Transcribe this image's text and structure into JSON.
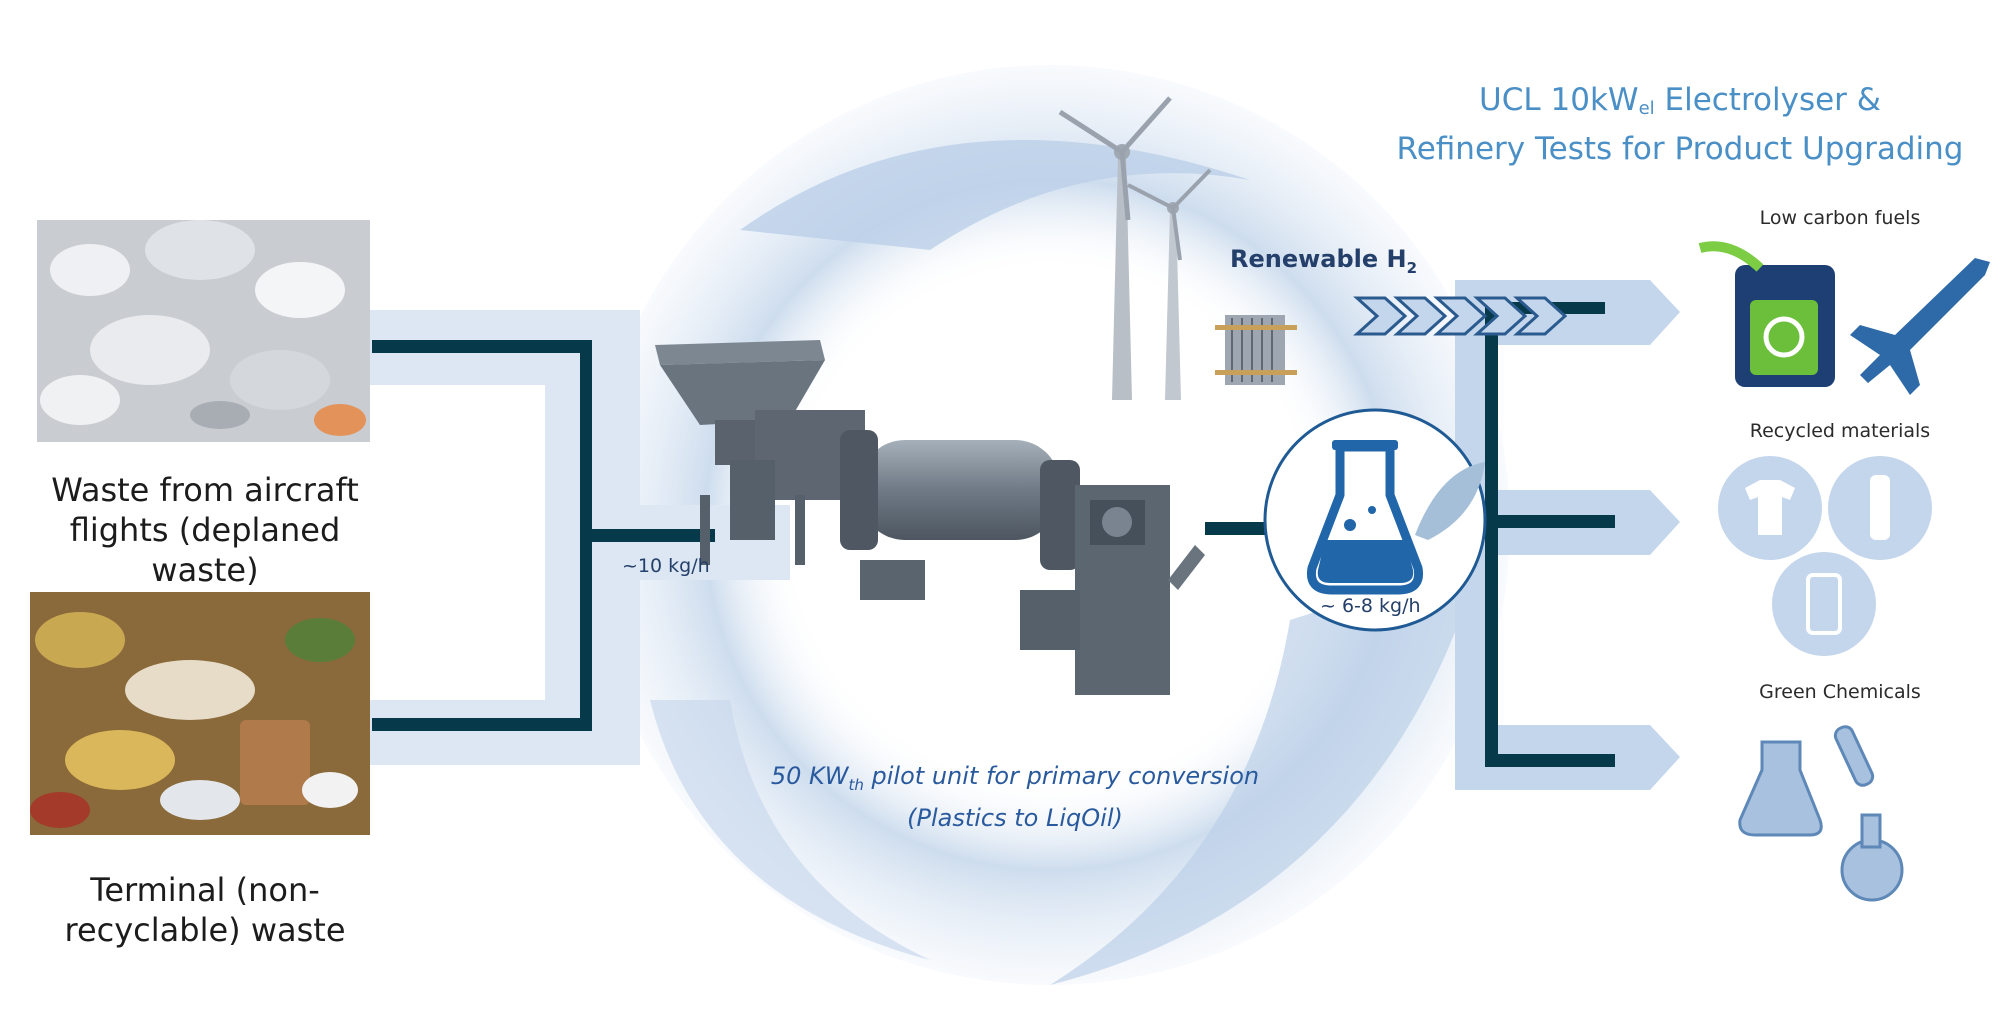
{
  "inputs": {
    "aircraft_waste": [
      "Waste from aircraft",
      "flights (deplaned waste)"
    ],
    "terminal_waste": [
      "Terminal (non-",
      "recyclable) waste"
    ]
  },
  "flows": {
    "input_rate": "~10 kg/h",
    "output_rate": "~ 6-8 kg/h"
  },
  "hydrogen": {
    "label_main": "Renewable H",
    "label_sub": "2"
  },
  "pilot": {
    "line1_pre": "50 KW",
    "line1_sub": "th",
    "line1_post": " pilot unit for primary conversion",
    "line2": "(Plastics to LiqOil)"
  },
  "ucl": {
    "title_pre": "UCL 10kW",
    "title_sub": "el",
    "title_post": " Electrolyser &",
    "title_line2": "Refinery Tests for Product Upgrading"
  },
  "products": {
    "low_carbon_fuels": "Low carbon fuels",
    "recycled_materials": "Recycled materials",
    "green_chemicals": "Green Chemicals"
  },
  "colors": {
    "pipe": "#06394a",
    "band": "#dde7f3",
    "swirl": "#b8cde6",
    "accent_dark": "#2166a8",
    "accent_light": "#9bbad8",
    "text_blue": "#4a8fc6"
  }
}
